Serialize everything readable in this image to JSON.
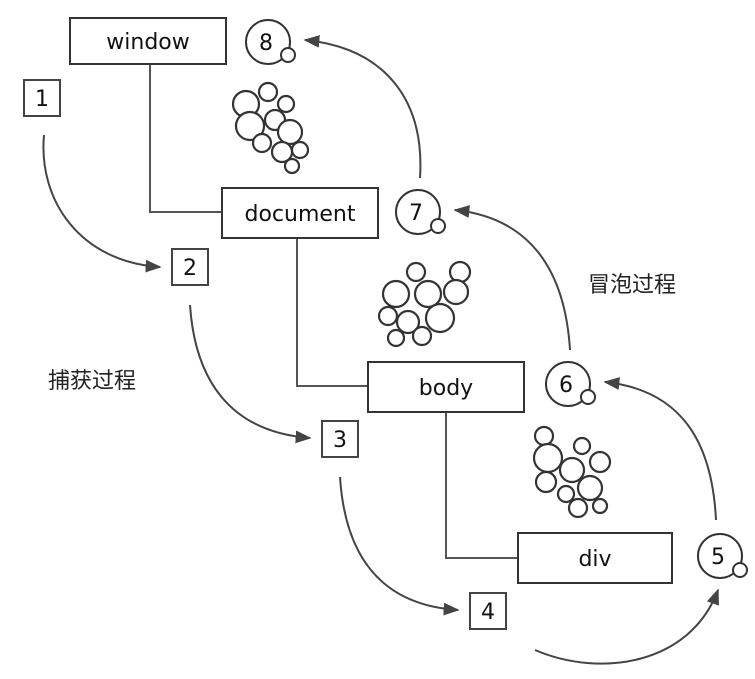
{
  "nodes": {
    "window": "window",
    "document": "document",
    "body": "body",
    "div": "div"
  },
  "capture_steps": [
    "1",
    "2",
    "3",
    "4"
  ],
  "bubble_steps": [
    "5",
    "6",
    "7",
    "8"
  ],
  "labels": {
    "capture": "捕获过程",
    "bubble": "冒泡过程"
  },
  "colors": {
    "line": "#444444",
    "background": "#ffffff"
  }
}
